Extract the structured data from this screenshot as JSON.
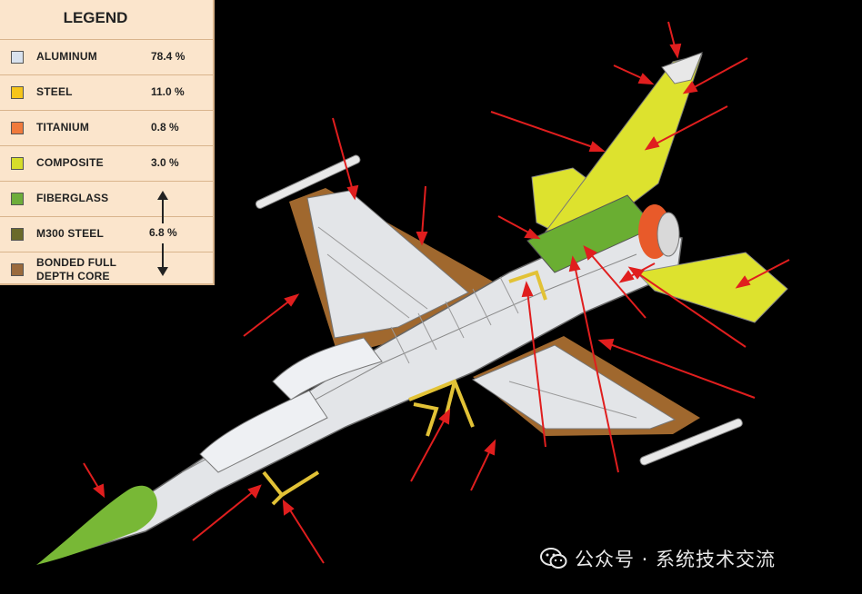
{
  "legend": {
    "title": "LEGEND",
    "items": [
      {
        "label": "ALUMINUM",
        "percent": "78.4 %",
        "color": "#d9e2ee"
      },
      {
        "label": "STEEL",
        "percent": "11.0 %",
        "color": "#f6c51a"
      },
      {
        "label": "TITANIUM",
        "percent": "0.8 %",
        "color": "#f07a3c"
      },
      {
        "label": "COMPOSITE",
        "percent": "3.0 %",
        "color": "#d6dd2a"
      },
      {
        "label": "FIBERGLASS",
        "percent": "",
        "color": "#6dad3a"
      },
      {
        "label": "M300 STEEL",
        "percent": "6.8 %",
        "color": "#6a6a2a"
      },
      {
        "label": "BONDED FULL\nDEPTH CORE",
        "percent": "",
        "color": "#9a6a3c"
      }
    ]
  },
  "watermark": {
    "text": "公众号 · 系统技术交流",
    "icon": "wechat-icon"
  },
  "colors": {
    "background": "#000000",
    "aluminum": "#e4e6ea",
    "wing_edge": "#a0682e",
    "radome": "#78b836",
    "composite": "#dde22e",
    "fiberglass": "#6aae32",
    "titanium": "#e85a2a",
    "arrow": "#e01e1e",
    "steel_gear": "#e2c236"
  }
}
